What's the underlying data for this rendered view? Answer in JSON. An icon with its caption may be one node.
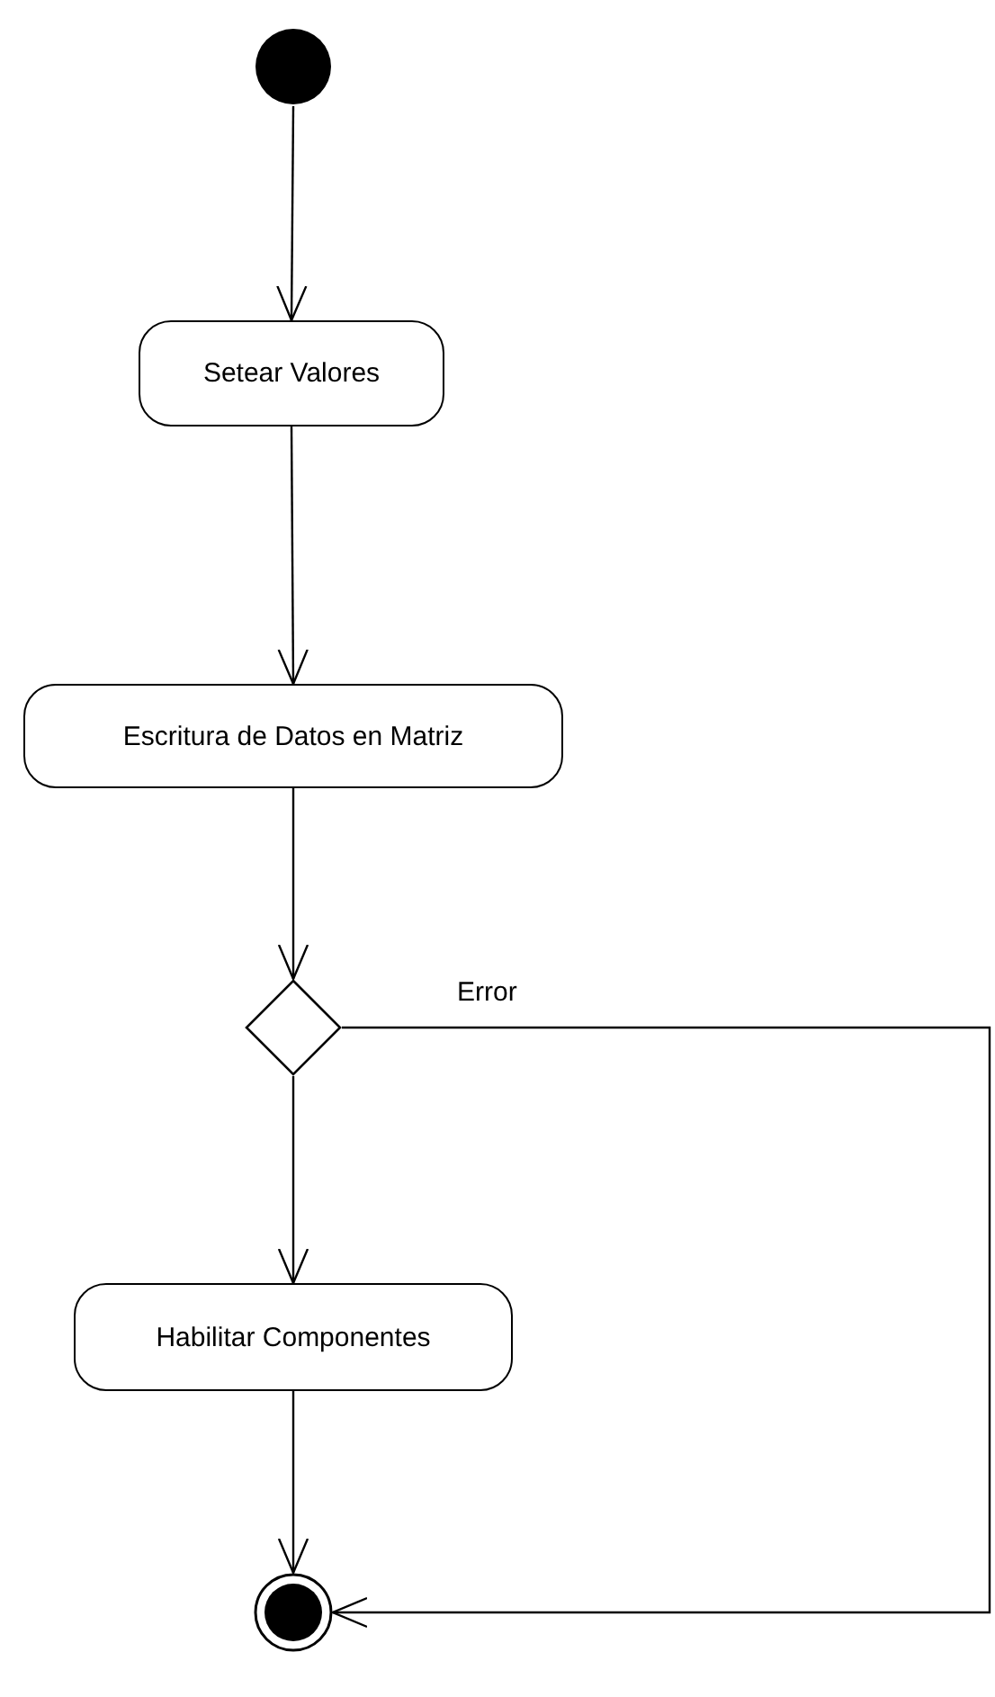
{
  "diagram": {
    "nodes": [
      {
        "text": [],
        "shape": "circle"
      },
      {
        "text": [
          "Setear Valores"
        ]
      },
      {
        "text": [
          "Escritura de Datos en Matriz"
        ]
      },
      {
        "text": [],
        "shape": "diamond"
      },
      {
        "text": [
          "Habilitar Componentes"
        ]
      },
      {
        "text": [],
        "shape": "circle"
      }
    ],
    "edges": [
      {
        "from": 0,
        "to": 1,
        "arrow": "to"
      },
      {
        "from": 1,
        "to": 2,
        "arrow": "to"
      },
      {
        "from": 2,
        "to": 3,
        "arrow": "to"
      },
      {
        "from": 3,
        "to": 4,
        "arrow": "to"
      },
      {
        "from": 3,
        "to": 5,
        "arrow": "to",
        "label": "Error"
      },
      {
        "from": 4,
        "to": 5,
        "arrow": "to"
      }
    ]
  }
}
